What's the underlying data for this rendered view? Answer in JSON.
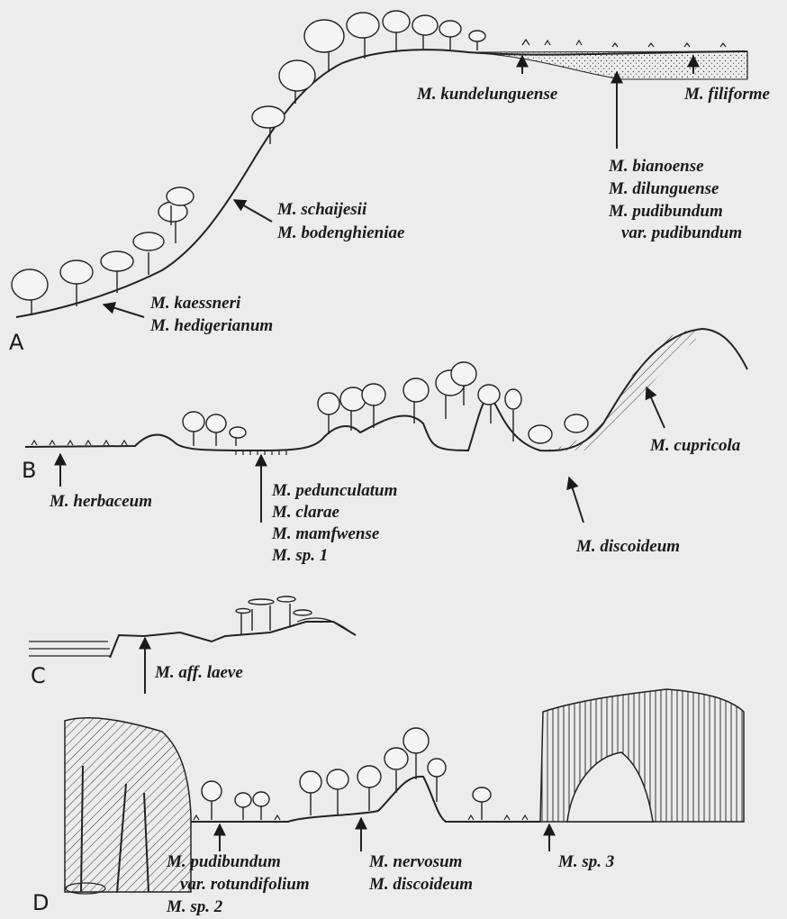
{
  "panels": {
    "A": {
      "letter": "A",
      "labels": {
        "kundelunguense": "M. kundelunguense",
        "filiforme": "M. filiforme",
        "bianoense": "M. bianoense",
        "dilunguense": "M. dilunguense",
        "pudibundum": "M. pudibundum",
        "var_pudibundum": "var. pudibundum",
        "schaijesii": "M. schaijesii",
        "bodenghieniae": "M. bodenghieniae",
        "kaessneri": "M. kaessneri",
        "hedigerianum": "M. hedigerianum"
      }
    },
    "B": {
      "letter": "B",
      "labels": {
        "herbaceum": "M. herbaceum",
        "pedunculatum": "M. pedunculatum",
        "clarae": "M. clarae",
        "mamfwense": "M. mamfwense",
        "sp1": "M. sp. 1",
        "discoideum": "M. discoideum",
        "cupricola": "M. cupricola"
      }
    },
    "C": {
      "letter": "C",
      "labels": {
        "aff_laeve": "M. aff. laeve"
      }
    },
    "D": {
      "letter": "D",
      "labels": {
        "pudibundum": "M. pudibundum",
        "var_rotundifolium": "var. rotundifolium",
        "sp2": "M. sp. 2",
        "nervosum": "M. nervosum",
        "discoideum": "M. discoideum",
        "sp3": "M. sp. 3"
      }
    }
  },
  "colors": {
    "background": "#ececec",
    "ink": "#1a1a1a"
  }
}
